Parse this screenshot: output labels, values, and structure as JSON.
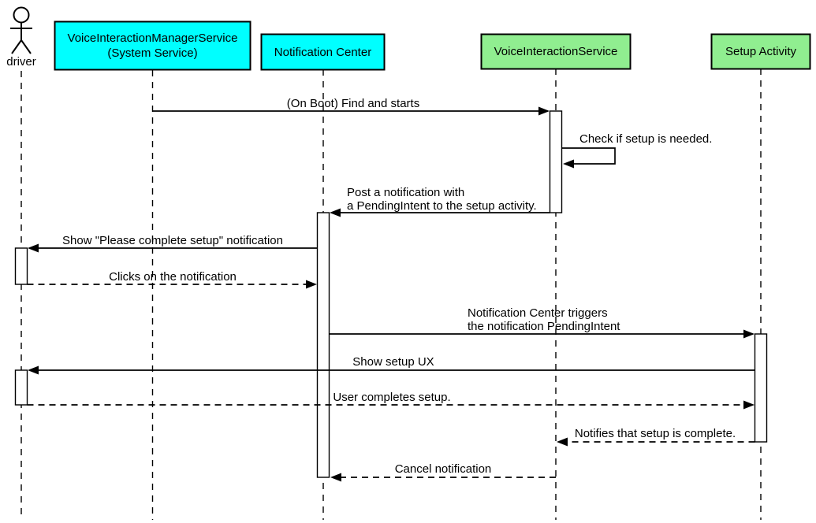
{
  "diagram": {
    "kind": "uml-sequence-diagram",
    "background": "#ffffff",
    "colors": {
      "participant_cyan": "#00ffff",
      "participant_green": "#90ee90",
      "line": "#000000",
      "text": "#000000"
    },
    "participants": [
      {
        "id": "driver",
        "kind": "actor",
        "label": "driver"
      },
      {
        "id": "voice-interaction-manager-service",
        "kind": "box",
        "line1": "VoiceInteractionManagerService",
        "line2": "(System Service)",
        "fill": "#00ffff"
      },
      {
        "id": "notification-center",
        "kind": "box",
        "label": "Notification Center",
        "fill": "#00ffff"
      },
      {
        "id": "voice-interaction-service",
        "kind": "box",
        "label": "VoiceInteractionService",
        "fill": "#90ee90"
      },
      {
        "id": "setup-activity",
        "kind": "box",
        "label": "Setup Activity",
        "fill": "#90ee90"
      }
    ],
    "messages": [
      {
        "index": 0,
        "from": "voice-interaction-manager-service",
        "to": "voice-interaction-service",
        "style": "solid",
        "label": "(On Boot) Find and starts"
      },
      {
        "index": 1,
        "from": "voice-interaction-service",
        "to": "voice-interaction-service",
        "style": "solid-self",
        "label": "Check if setup is needed."
      },
      {
        "index": 2,
        "from": "voice-interaction-service",
        "to": "notification-center",
        "style": "solid",
        "line1": "Post a notification with",
        "line2": "a PendingIntent to the setup activity."
      },
      {
        "index": 3,
        "from": "notification-center",
        "to": "driver",
        "style": "solid",
        "label": "Show \"Please complete setup\" notification"
      },
      {
        "index": 4,
        "from": "driver",
        "to": "notification-center",
        "style": "dashed",
        "label": "Clicks on the notification"
      },
      {
        "index": 5,
        "from": "notification-center",
        "to": "setup-activity",
        "style": "solid",
        "line1": "Notification Center triggers",
        "line2": "the notification PendingIntent"
      },
      {
        "index": 6,
        "from": "setup-activity",
        "to": "driver",
        "style": "solid",
        "label": "Show setup UX"
      },
      {
        "index": 7,
        "from": "driver",
        "to": "setup-activity",
        "style": "dashed",
        "label": "User completes setup."
      },
      {
        "index": 8,
        "from": "setup-activity",
        "to": "voice-interaction-service",
        "style": "dashed",
        "label": "Notifies that setup is complete."
      },
      {
        "index": 9,
        "from": "voice-interaction-service",
        "to": "notification-center",
        "style": "dashed",
        "label": "Cancel notification"
      }
    ]
  }
}
